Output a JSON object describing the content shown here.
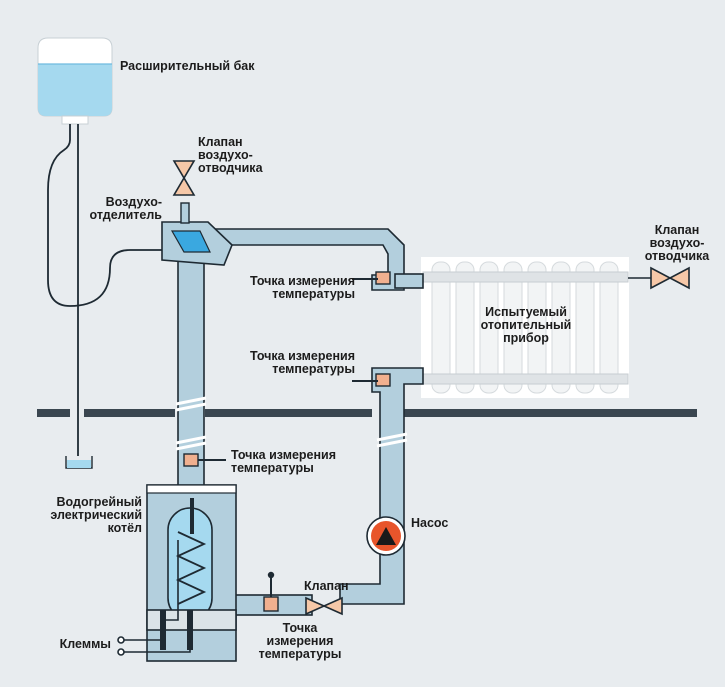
{
  "labels": {
    "expansion_tank": "Расширительный бак",
    "air_vent_top_1": "Клапан",
    "air_vent_top_2": "воздухо-",
    "air_vent_top_3": "отводчика",
    "separator_1": "Воздухо-",
    "separator_2": "отделитель",
    "air_vent_right_1": "Клапан",
    "air_vent_right_2": "воздухо-",
    "air_vent_right_3": "отводчика",
    "temp_upper_1": "Точка измерения",
    "temp_upper_2": "температуры",
    "radiator_1": "Испытуемый",
    "radiator_2": "отопительный",
    "radiator_3": "прибор",
    "temp_lower_1": "Точка измерения",
    "temp_lower_2": "температуры",
    "temp_boiler_1": "Точка измерения",
    "temp_boiler_2": "температуры",
    "boiler_1": "Водогрейный",
    "boiler_2": "электрический",
    "boiler_3": "котёл",
    "pump": "Насос",
    "valve": "Клапан",
    "temp_return_1": "Точка",
    "temp_return_2": "измерения",
    "temp_return_3": "температуры",
    "terminals": "Клеммы"
  },
  "colors": {
    "background": "#e8ecef",
    "pipe_fill": "#b3cfdd",
    "pipe_stroke": "#1e2a33",
    "water": "#9fd8ee",
    "sensor": "#f1b08f",
    "valve": "#f6c8a8",
    "pump_body": "#e8552b",
    "radiator": "#ffffff"
  }
}
